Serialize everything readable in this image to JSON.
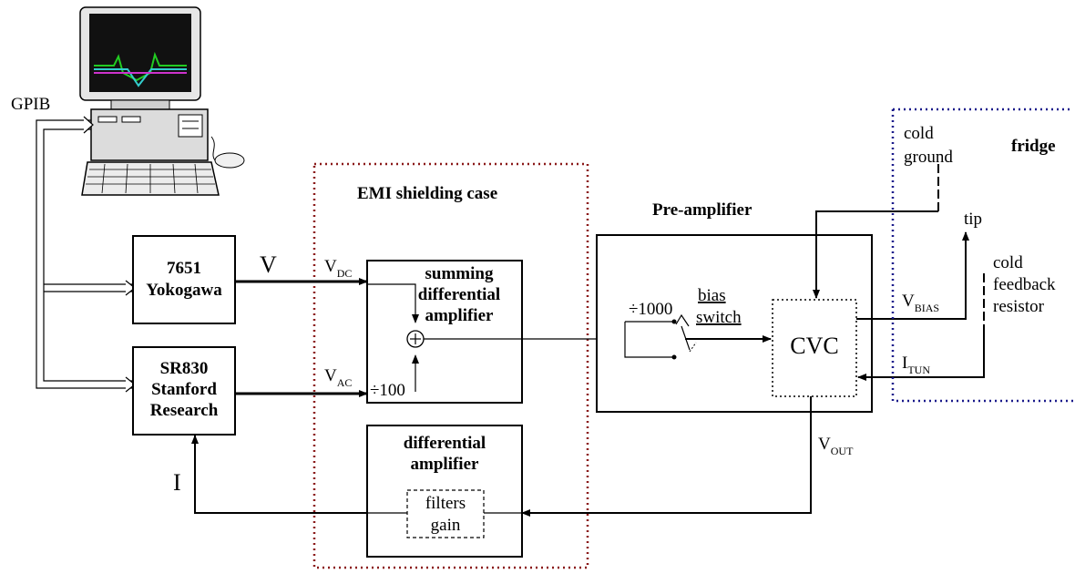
{
  "labels": {
    "gpib": "GPIB",
    "emi_case": "EMI shielding case",
    "fridge": "fridge",
    "preamp": "Pre-amplifier",
    "yokogawa_line1": "7651",
    "yokogawa_line2": "Yokogawa",
    "sr830_line1": "SR830",
    "sr830_line2": "Stanford",
    "sr830_line3": "Research",
    "summing_line1": "summing",
    "summing_line2": "differential",
    "summing_line3": "amplifier",
    "diffamp_line1": "differential",
    "diffamp_line2": "amplifier",
    "filters": "filters",
    "gain": "gain",
    "cvc": "CVC",
    "div1000": "÷1000",
    "div100": "÷100",
    "bias": "bias",
    "switch": "switch",
    "v": "V",
    "i": "I",
    "vdc_main": "V",
    "vdc_sub": "DC",
    "vac_main": "V",
    "vac_sub": "AC",
    "vbias_main": "V",
    "vbias_sub": "BIAS",
    "itun_main": "I",
    "itun_sub": "TUN",
    "vout_main": "V",
    "vout_sub": "OUT",
    "cold_ground_line1": "cold",
    "cold_ground_line2": "ground",
    "tip": "tip",
    "cold_fb_line1": "cold",
    "cold_fb_line2": "feedback",
    "cold_fb_line3": "resistor"
  },
  "colors": {
    "emi_border": "#8b1a1a",
    "fridge_border": "#1a1a8b",
    "screen_bg": "#111111",
    "trace_green": "#22cc22",
    "trace_cyan": "#33cccc",
    "trace_magenta": "#cc33cc"
  }
}
